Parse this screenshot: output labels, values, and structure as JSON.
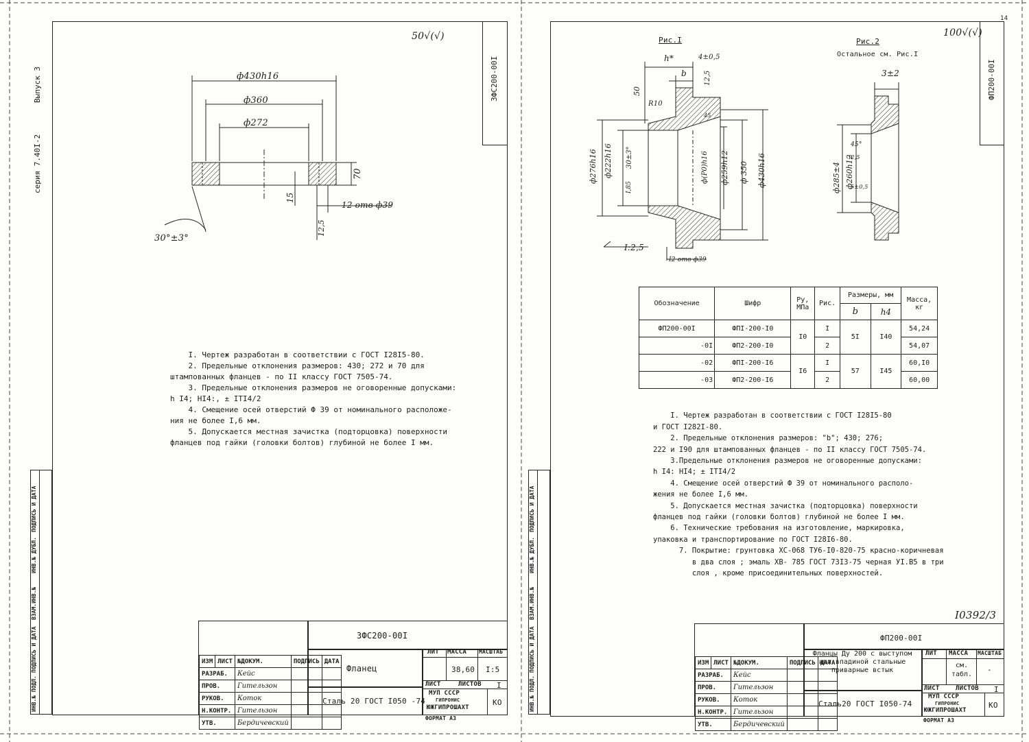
{
  "corner_page_number": "14",
  "left_sheet": {
    "side_series": "серия 7.40I-2",
    "side_issue": "Выпуск 3",
    "code": "3ФС200-00I",
    "roughness": "50√(√)",
    "dims": {
      "d430": "ф430h16",
      "d360": "ф360",
      "d272": "ф272",
      "h70": "70",
      "h15": "15",
      "r125": "12,5",
      "holes": "12 отв ф39",
      "angle": "30°±3°"
    },
    "notes": [
      "    I. Чертеж разработан в соответствии с ГОСТ I28I5-80.",
      "    2. Предельные отклонения размеров: 430; 272 и 70 для",
      "штампованных фланцев - по II классу ГОСТ 7505-74.",
      "    3. Предельные отклонения размеров не оговоренные допусками:",
      "h I4; HI4:, ± IТI4/2",
      "    4. Смещение осей отверстий Ф 39 от номинального расположе-",
      "ния не более I,6 мм.",
      "    5. Допускается местная зачистка (подторцовка) поверхности",
      "фланцев под гайки (головки болтов) глубиной не более I мм."
    ],
    "side_stamp": [
      "ИНВ.№ ПОДЛ.",
      "ПОДПИСЬ И ДАТА",
      "ВЗАМ.ИНВ.№",
      "ИНВ.№ ДУБЛ.",
      "ПОДПИСЬ И ДАТА"
    ],
    "title_block": {
      "code": "3ФС200-00I",
      "name": "Фланец",
      "material": "Сталь 20 ГОСТ I050 -74",
      "h_izm": "ИЗМ",
      "h_list": "ЛИСТ",
      "h_doc": "№ДОКУМ.",
      "h_sign": "ПОДПИСЬ",
      "h_date": "ДАТА",
      "rows": [
        {
          "role": "РАЗРАБ.",
          "name": "Кейс"
        },
        {
          "role": "ПРОВ.",
          "name": "Гительзон"
        },
        {
          "role": "РУКОВ.",
          "name": "Коток"
        },
        {
          "role": "Н.КОНТР.",
          "name": "Гительзон"
        },
        {
          "role": "УТВ.",
          "name": "Бердичевский"
        }
      ],
      "lit": "ЛИТ",
      "mass_h": "МАССА",
      "scale_h": "МАСШТАБ",
      "mass": "38,60",
      "scale": "I:5",
      "sheet_h": "ЛИСТ",
      "sheets_h": "ЛИСТОВ",
      "sheets": "I",
      "org1": "МУП СССР",
      "org2": "ГИПРОНИС",
      "org3": "ЮЖГИПРОШАХТ",
      "ko": "КО",
      "format": "ФОРМАТ А3"
    }
  },
  "right_sheet": {
    "code": "ФП200-00I",
    "roughness": "100√(√)",
    "fig1": "Рис.I",
    "fig2": "Рис.2",
    "fig2_note": "Остальное см. Рис.I",
    "dims1": {
      "h": "h*",
      "t": "4±0,5",
      "b": "b",
      "r": "R10",
      "a": "12,5",
      "s": "50",
      "c45": "45",
      "d276": "ф276h16",
      "d222": "ф222h16",
      "d30": "30±3°",
      "d205": "I,85",
      "dp": "ф(Р0)h16",
      "d259": "ф259h12",
      "d350": "ф 350",
      "d430": "ф430h16",
      "slope": "I:2,5",
      "holes": "I2 отв ф39"
    },
    "dims2": {
      "w": "3±2",
      "d285": "ф285±4",
      "d260": "ф260h12",
      "a45": "45°",
      "r125": "I2,5",
      "t": "5±0,5"
    },
    "table": {
      "h_desig": "Обозначение",
      "h_code": "Шифр",
      "h_py": "Ру, МПа",
      "h_fig": "Рис.",
      "h_dims": "Размеры, мм",
      "h_b": "b",
      "h_h": "h4",
      "h_mass": "Масса, кг",
      "rows": [
        {
          "desig": "ФП200-00I",
          "code": "ФПI-200-I0",
          "py": "I0",
          "fig": "I",
          "b": "5I",
          "h": "I40",
          "mass": "54,24"
        },
        {
          "desig": "-0I",
          "code": "ФП2-200-I0",
          "py": "",
          "fig": "2",
          "b": "",
          "h": "",
          "mass": "54,07"
        },
        {
          "desig": "-02",
          "code": "ФПI-200-I6",
          "py": "I6",
          "fig": "I",
          "b": "57",
          "h": "I45",
          "mass": "60,I0"
        },
        {
          "desig": "-03",
          "code": "ФП2-200-I6",
          "py": "",
          "fig": "2",
          "b": "",
          "h": "",
          "mass": "60,00"
        }
      ]
    },
    "notes": [
      "    I. Чертеж разработан в соответствии с ГОСТ I28I5-80",
      "и ГОСТ I282I-80.",
      "    2. Предельные отклонения размеров: \"b\"; 430; 276;",
      "222 и I90 для штампованных фланцев - по II классу ГОСТ 7505-74.",
      "    3.Предельные отклонения размеров не оговоренные допусками:",
      "h I4: HI4; ± IТI4/2",
      "    4. Смещение осей отверстий Ф 39 от номинального располо-",
      "жения не более I,6 мм.",
      "    5. Допускается местная зачистка (подторцовка) поверхности",
      "фланцев под гайки (головки болтов) глубиной не более I мм.",
      "    6. Технические требования на изготовление, маркировка,",
      "упаковка и транспортирование по ГОСТ I28I6-80.",
      "      7. Покрытие: грунтовка ХС-068 ТУ6-I0-820-75 красно-коричневая",
      "         в два слоя ; эмаль ХВ- 785 ГОСТ 73I3-75 черная УI.В5 в три",
      "         слоя , кроме присоединительных поверхностей."
    ],
    "stamp_number": "I0392/3",
    "side_stamp": [
      "ИНВ.№ ПОДЛ.",
      "ПОДПИСЬ И ДАТА",
      "ВЗАМ.ИНВ.№",
      "ИНВ.№ ДУБЛ.",
      "ПОДПИСЬ И ДАТА"
    ],
    "title_block": {
      "code": "ФП200-00I",
      "name": "Фланцы Ду 200 с выступом или впадиной стальные приварные встык",
      "material": "Сталь20 ГОСТ I050-74",
      "h_izm": "ИЗМ",
      "h_list": "ЛИСТ",
      "h_doc": "№ДОКУМ.",
      "h_sign": "ПОДПИСЬ",
      "h_date": "ДАТА",
      "rows": [
        {
          "role": "РАЗРАБ.",
          "name": "Кейс"
        },
        {
          "role": "ПРОВ.",
          "name": "Гительзон"
        },
        {
          "role": "РУКОВ.",
          "name": "Коток"
        },
        {
          "role": "Н.КОНТР.",
          "name": "Гительзон"
        },
        {
          "role": "УТВ.",
          "name": "Бердичевский"
        }
      ],
      "lit": "ЛИТ",
      "mass_h": "МАССА",
      "scale_h": "МАСШТАБ",
      "mass": "см. табл.",
      "scale": "-",
      "sheet_h": "ЛИСТ",
      "sheets_h": "ЛИСТОВ",
      "sheets": "I",
      "org1": "МУП СССР",
      "org2": "ГИПРОНИС",
      "org3": "ЮЖГИПРОШАХТ",
      "ko": "КО",
      "format": "ФОРМАТ А3"
    }
  }
}
